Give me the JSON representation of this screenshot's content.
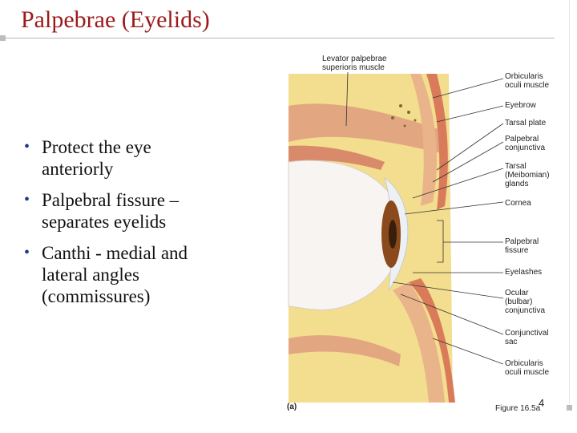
{
  "slide": {
    "title": "Palpebrae (Eyelids)",
    "bullets": [
      {
        "text": "Protect the eye\nanteriorly"
      },
      {
        "text": "Palpebral fissure –\nseparates eyelids"
      },
      {
        "text": "Canthi - medial and\nlateral angles\n(commissures)"
      }
    ],
    "bullet_char": "•",
    "page_number": "4"
  },
  "figure": {
    "panel_label": "(a)",
    "caption": "Figure 16.5a",
    "labels": {
      "levator": "Levator palpebrae\nsuperioris muscle",
      "orbicularis_top": "Orbicularis\noculi muscle",
      "eyebrow": "Eyebrow",
      "tarsal_plate": "Tarsal plate",
      "palpebral_conjunctiva": "Palpebral\nconjunctiva",
      "tarsal_glands": "Tarsal\n(Meibomian)\nglands",
      "cornea": "Cornea",
      "palpebral_fissure": "Palpebral\nfissure",
      "eyelashes": "Eyelashes",
      "ocular_conjunctiva": "Ocular\n(bulbar)\nconjunctiva",
      "conjunctival_sac": "Conjunctival\nsac",
      "orbicularis_bottom": "Orbicularis\noculi muscle"
    }
  },
  "colors": {
    "title": "#9c1a1a",
    "bullet": "#1e3a8a",
    "fat": "#f0d98a",
    "muscle": "#d98a6a",
    "skin": "#f2c9a0",
    "iris": "#8b4a1c"
  }
}
